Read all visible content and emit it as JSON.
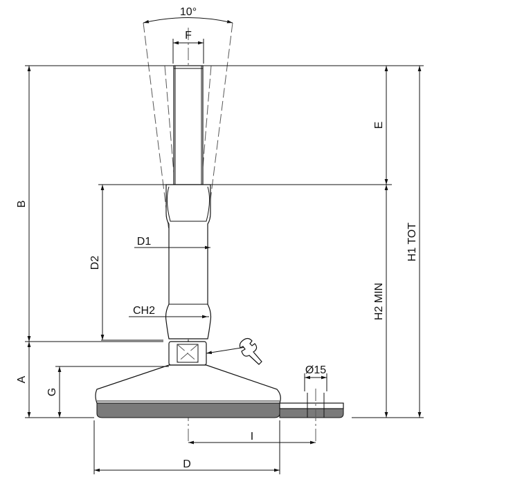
{
  "labels": {
    "angle": "10°",
    "F": "F",
    "E": "E",
    "B": "B",
    "D2": "D2",
    "D1": "D1",
    "CH2": "CH2",
    "H1TOT": "H1 TOT",
    "H2MIN": "H2 MIN",
    "A": "A",
    "G": "G",
    "hole": "Ø15",
    "I": "I",
    "D": "D"
  },
  "icons": {
    "wrench": "wrench-icon"
  }
}
